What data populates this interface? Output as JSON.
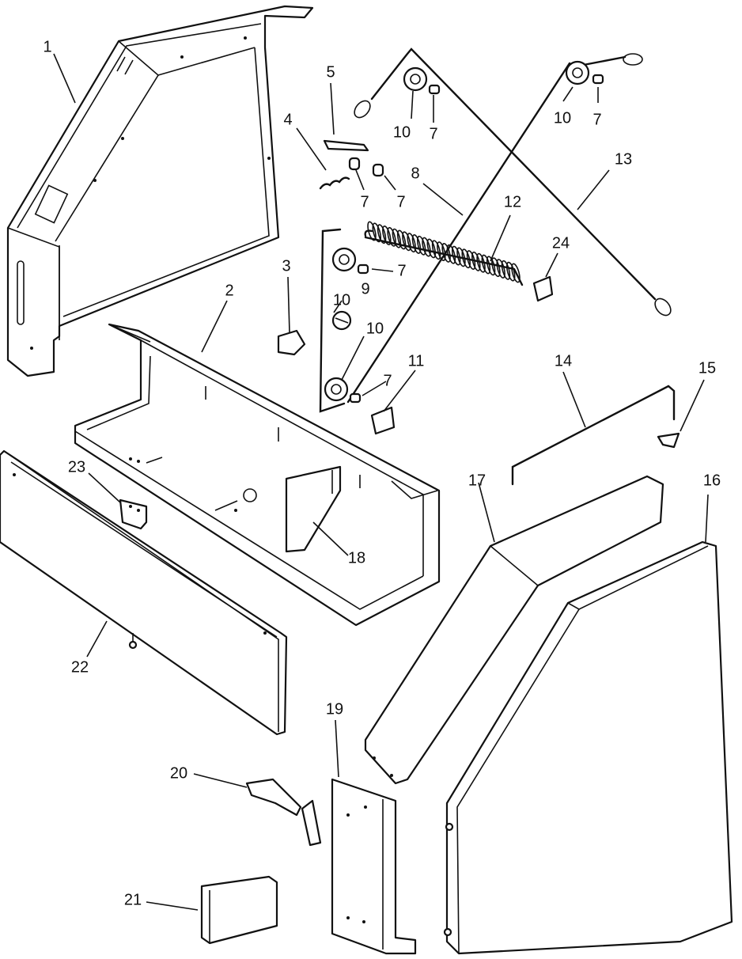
{
  "diagram": {
    "type": "exploded-parts-view",
    "line_color": "#111111",
    "background": "#ffffff",
    "callouts": [
      {
        "id": "c1",
        "number": "1",
        "part": "side-frame-left"
      },
      {
        "id": "c2",
        "number": "2",
        "part": "tray"
      },
      {
        "id": "c3",
        "number": "3",
        "part": "clip"
      },
      {
        "id": "c4",
        "number": "4",
        "part": "small-spring"
      },
      {
        "id": "c5",
        "number": "5",
        "part": "link-bar"
      },
      {
        "id": "c7a",
        "number": "7",
        "part": "spacer"
      },
      {
        "id": "c7b",
        "number": "7",
        "part": "spacer"
      },
      {
        "id": "c7c",
        "number": "7",
        "part": "spacer"
      },
      {
        "id": "c7d",
        "number": "7",
        "part": "spacer"
      },
      {
        "id": "c7e",
        "number": "7",
        "part": "spacer"
      },
      {
        "id": "c7f",
        "number": "7",
        "part": "spacer"
      },
      {
        "id": "c8",
        "number": "8",
        "part": "cable"
      },
      {
        "id": "c9",
        "number": "9",
        "part": "cam-knob"
      },
      {
        "id": "c10a",
        "number": "10",
        "part": "pulley"
      },
      {
        "id": "c10b",
        "number": "10",
        "part": "pulley"
      },
      {
        "id": "c10c",
        "number": "10",
        "part": "pulley"
      },
      {
        "id": "c10d",
        "number": "10",
        "part": "pulley"
      },
      {
        "id": "c11",
        "number": "11",
        "part": "bracket"
      },
      {
        "id": "c12",
        "number": "12",
        "part": "long-spring"
      },
      {
        "id": "c13",
        "number": "13",
        "part": "cable"
      },
      {
        "id": "c14",
        "number": "14",
        "part": "rod"
      },
      {
        "id": "c15",
        "number": "15",
        "part": "retainer"
      },
      {
        "id": "c16",
        "number": "16",
        "part": "side-panel-right"
      },
      {
        "id": "c17",
        "number": "17",
        "part": "frame-right"
      },
      {
        "id": "c18",
        "number": "18",
        "part": "gusset"
      },
      {
        "id": "c19",
        "number": "19",
        "part": "angle-bracket"
      },
      {
        "id": "c20",
        "number": "20",
        "part": "latch-handle"
      },
      {
        "id": "c21",
        "number": "21",
        "part": "z-bracket"
      },
      {
        "id": "c22",
        "number": "22",
        "part": "front-panel"
      },
      {
        "id": "c23",
        "number": "23",
        "part": "hinge"
      },
      {
        "id": "c24",
        "number": "24",
        "part": "anchor-bracket"
      }
    ]
  }
}
